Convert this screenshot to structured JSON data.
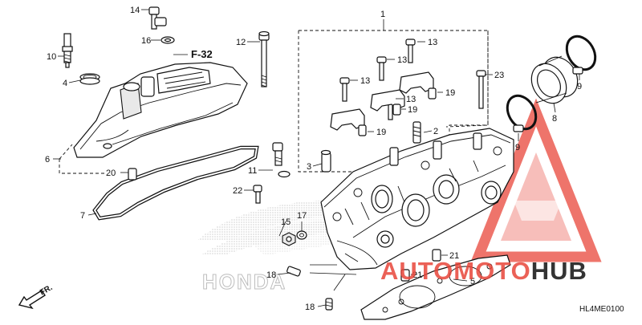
{
  "diagram": {
    "callouts": [
      "1",
      "2",
      "3",
      "4",
      "5",
      "6",
      "7",
      "8",
      "9",
      "9",
      "10",
      "11",
      "12",
      "13",
      "13",
      "13",
      "13",
      "14",
      "15",
      "16",
      "17",
      "18",
      "18",
      "19",
      "19",
      "19",
      "20",
      "21",
      "21",
      "22",
      "23"
    ],
    "section_ref": "F-32",
    "diagram_code": "HL4ME0100",
    "direction_label": "FR.",
    "background_logo_text": "HONDA",
    "watermark": {
      "brand_part1": "AUTO",
      "brand_part2": "MOTO",
      "brand_part3": "HUB",
      "color_red": "#e8453a",
      "color_dark": "#1d1d1d"
    }
  }
}
